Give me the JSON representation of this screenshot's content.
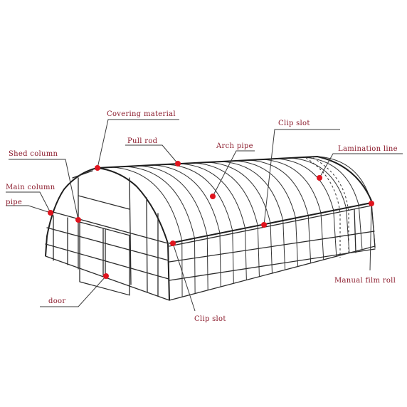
{
  "labels": {
    "covering_material": "Covering material",
    "pull_rod": "Pull rod",
    "arch_pipe": "Arch pipe",
    "clip_slot_top": "Clip slot",
    "lamination_line": "Lamination line",
    "shed_column": "Shed column",
    "main_column": "Main column",
    "pipe": "pipe",
    "door": "door",
    "clip_slot_bottom": "Clip slot",
    "manual_film_roll": "Manual film roll"
  },
  "colors": {
    "label_text": "#8b1a2b",
    "marker": "#e0141e",
    "line": "#2b2b2b"
  }
}
